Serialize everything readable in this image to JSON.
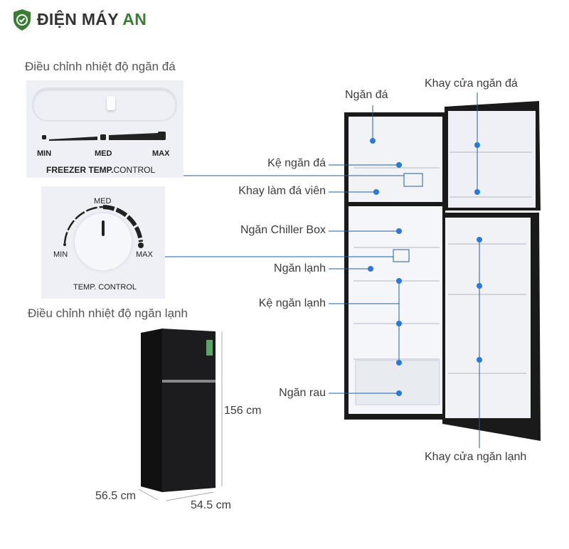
{
  "brand": {
    "name_main": "ĐIỆN MÁY",
    "name_accent": "AN",
    "icon": "shield-check-icon",
    "accent_color": "#3a7d35"
  },
  "controls": {
    "freezer_caption": "Điều chỉnh nhiệt độ ngăn đá",
    "freezer_panel": {
      "min": "MIN",
      "med": "MED",
      "max": "MAX",
      "title_bold": "FREEZER TEMP.",
      "title_light": "CONTROL"
    },
    "fridge_panel": {
      "min": "MIN",
      "med": "MED",
      "max": "MAX",
      "title": "TEMP. CONTROL"
    },
    "fridge_caption": "Điều chỉnh nhiệt độ ngăn lạnh"
  },
  "dimensions": {
    "height": "156 cm",
    "depth": "56.5 cm",
    "width": "54.5 cm"
  },
  "parts": {
    "freezer": "Ngăn đá",
    "freezer_door_tray": "Khay cửa ngăn đá",
    "freezer_shelf": "Kệ ngăn đá",
    "ice_tray": "Khay làm đá viên",
    "chiller_box": "Ngăn Chiller Box",
    "fridge": "Ngăn lạnh",
    "fridge_shelf": "Kệ ngăn lạnh",
    "crisper": "Ngăn rau",
    "fridge_door_tray": "Khay cửa ngăn lạnh"
  },
  "colors": {
    "line": "#1f5f9f",
    "dot": "#2b78dc"
  }
}
